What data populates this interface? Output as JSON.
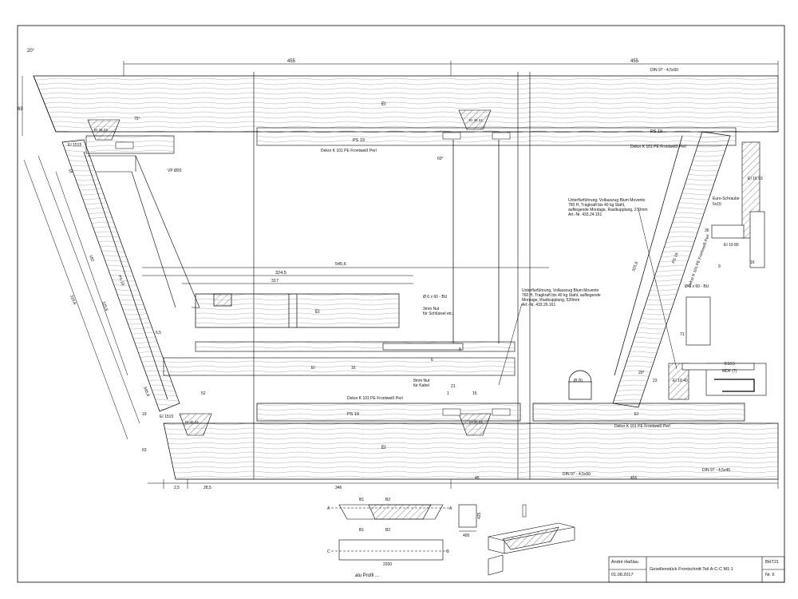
{
  "title_block": {
    "author": "André Haßlau",
    "date": "01.08.2017",
    "title": "Gesellenstück Frontschnitt Teil A-C-C M1:1",
    "code": "BHT21",
    "sheet": "Nr. 6"
  },
  "top_dims": {
    "d_455a": "455",
    "d_455b": "455",
    "angle_20": "20°",
    "d_69": "69",
    "angle_75": "75°",
    "angle_60": "60°"
  },
  "labels": {
    "ei": "EI",
    "ei_3": "EI",
    "ei_4": "EI",
    "ei_5": "EI",
    "ps_19a": "PS 19",
    "ps_19b": "PS 19",
    "ps_19c": "PS 19",
    "ps_19d": "PS 19",
    "dekor_1": "Dekor K 101 PE Frontweiß Perl",
    "dekor_2": "Dekor K 101 PE Frontweiß Perl",
    "dekor_3": "Dekor K 101 PE Frontweiß Perl",
    "dekor_4": "Dekor K 101 PE Frontweiß Perl",
    "dekor_v": "Dekor K 101 PE Frontweiß Perl",
    "din_top": "DIN 97 - 4,5x50",
    "din_bot1": "DIN 97 - 4,5x50",
    "din_bot2": "DIN 97 - 4,5x45",
    "vp": "VP Ø20",
    "euro": "Euro-Schraube",
    "euro_size": "6x15",
    "blum_right_1": "Unterflurführung, Vollauszug Blum Movento",
    "blum_right_2": "760 H, Tragkraft bis 40 kg Stahl,",
    "blum_right_3": "aufliegende Montage, Rastkupplung, 270mm",
    "blum_right_4": "Art.-Nr. 433.24.151",
    "blum_mid_1": "Unterflurführung, Vollauszug Blum Movento",
    "blum_mid_2": "760 H, Tragkraft bis 40 kg Stahl, aufliegende",
    "blum_mid_3": "Montage, Rastkupplung, 520mm",
    "blum_mid_4": "Art.-Nr. 433.26.161",
    "screw_bu_a": "Ø 6 x 60 - BU",
    "screw_bu_b": "Ø 6 x 60 - BU",
    "nut_3": "3mm Nut",
    "nut_3b": "für Schlüssel etc.",
    "nut_8": "8mm Nut",
    "nut_8b": "für Kabel",
    "mdf": "MDF (7)",
    "e10": "E10,5",
    "dia_20": "Ø 20",
    "ei_15": "EI 1515",
    "ei_15b": "EI 1515",
    "ei_19": "EI 19",
    "ei_45": "EI 45 24",
    "ei_45b": "EI 45 24",
    "ei_45c": "EI 45 24",
    "ei_45d": "EI 45 24",
    "ei_16": "EI 16 93",
    "ei_19_80": "EI 19 80",
    "ei_19_40": "EI 19 40",
    "ei_small": "EI",
    "ei_16b": "16",
    "v_16": "16",
    "v_16b": "16",
    "v_8": "8",
    "v_16c": "16",
    "sec_a": "A",
    "sec_a2": "A",
    "sec_c": "C",
    "sec_c2": "C",
    "b1": "B1",
    "b2": "B2",
    "b1b": "B1",
    "b2b": "B2"
  },
  "mid_dims": {
    "d_5456": "545,6",
    "d_3245": "324,5",
    "d_317": "317",
    "d_3495": "349,5",
    "d_52": "52",
    "d_21": "21",
    "d_15": "15",
    "d_1": "1",
    "d_19": "19",
    "d_63": "63",
    "d_25": "2,5",
    "d_285": "28,5",
    "d_346": "346",
    "d_45": "45",
    "d_455c": "455",
    "d_65": "6,5",
    "d_16": "16",
    "d_8": "8",
    "d_3258": "325,8",
    "d_71": "71",
    "d_23": "23",
    "d_20": "20°",
    "d_36": "36",
    "d_16c": "16",
    "d_ang8": "8",
    "d_18": "18",
    "d_182": "182",
    "d_3168": "316,8",
    "d_5658": "565,8",
    "d_6": "6",
    "d_9": "9"
  },
  "detail": {
    "d_2200": "2200",
    "d_400": "400",
    "d_425": "425",
    "hatch_label": "alu Profil ..."
  }
}
